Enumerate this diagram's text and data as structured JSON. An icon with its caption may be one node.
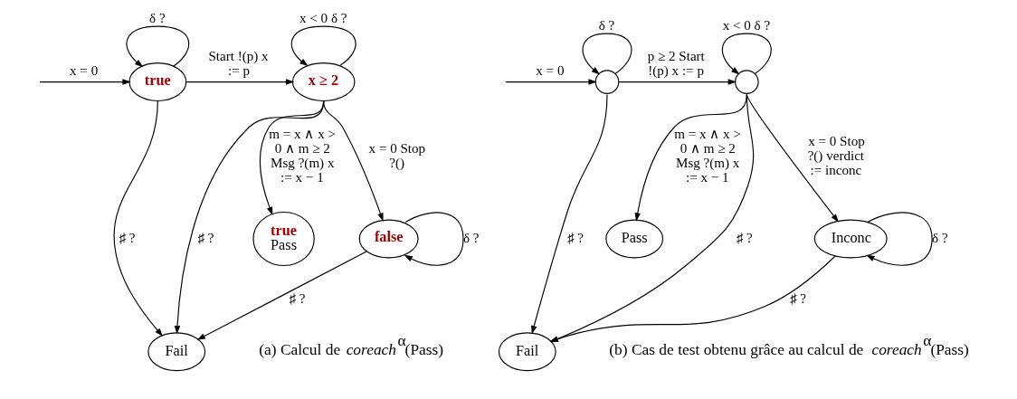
{
  "diagram": {
    "nodes": [
      {
        "text": [
          "true"
        ]
      },
      {
        "text": [
          "x ≥ 2"
        ]
      },
      {
        "text": [
          "Fail"
        ]
      },
      {
        "text": [
          "false"
        ]
      },
      {
        "text": [
          "true",
          "Pass"
        ]
      },
      {
        "text": [],
        "shape": "circle"
      },
      {
        "text": [],
        "shape": "circle"
      },
      {
        "text": [
          "Fail"
        ]
      },
      {
        "text": [
          "Pass"
        ]
      },
      {
        "text": [
          "Inconc"
        ]
      }
    ],
    "edges": [
      {
        "from": null,
        "to": 0,
        "arrow": "to",
        "label": "x = 0"
      },
      {
        "from": 0,
        "to": 0,
        "arrow": "to",
        "label": "δ ?"
      },
      {
        "from": 0,
        "to": 1,
        "arrow": "to",
        "label": "Start !(p) x := p"
      },
      {
        "from": 0,
        "to": 2,
        "arrow": "to",
        "label": "♯ ?"
      },
      {
        "from": 1,
        "to": 1,
        "arrow": "to",
        "label": "x < 0 δ ?"
      },
      {
        "from": 1,
        "to": 2,
        "arrow": "to",
        "label": "♯ ?"
      },
      {
        "from": 1,
        "to": 3,
        "arrow": "to",
        "label": "x = 0 Stop ?()"
      },
      {
        "from": 1,
        "to": 4,
        "arrow": "to",
        "label": "m = x ∧ x > 0 ∧ m ≥ 2 Msg ?(m) x := x − 1"
      },
      {
        "from": 3,
        "to": 2,
        "arrow": "to",
        "label": "♯ ?"
      },
      {
        "from": 3,
        "to": 3,
        "arrow": "to",
        "label": "δ ?"
      },
      {
        "from": null,
        "to": 5,
        "arrow": "to",
        "label": "x = 0"
      },
      {
        "from": 5,
        "to": 5,
        "arrow": "to",
        "label": "δ ?"
      },
      {
        "from": 5,
        "to": 6,
        "arrow": "to",
        "label": "p ≥ 2 Start !(p) x := p"
      },
      {
        "from": 5,
        "to": 7,
        "arrow": "to",
        "label": "♯ ?"
      },
      {
        "from": 6,
        "to": 6,
        "arrow": "to",
        "label": "x < 0 δ ?"
      },
      {
        "from": 6,
        "to": 7,
        "arrow": "to",
        "label": "♯ ?"
      },
      {
        "from": 6,
        "to": 9,
        "arrow": "to",
        "label": "x = 0 Stop ?() verdict := inconc"
      },
      {
        "from": 6,
        "to": 8,
        "arrow": "to",
        "label": "m = x ∧ x > 0 ∧ m ≥ 2 Msg ?(m) x := x − 1"
      },
      {
        "from": 9,
        "to": 7,
        "arrow": "to",
        "label": "♯ ?"
      },
      {
        "from": 9,
        "to": 9,
        "arrow": "to",
        "label": "δ ?"
      }
    ],
    "labels": [
      "(a) Calcul de *coreach*$^{α}$(Pass)",
      "(b) Cas de test obtenu grâce au calcul de *coreach*$^{α}$(Pass)"
    ]
  }
}
